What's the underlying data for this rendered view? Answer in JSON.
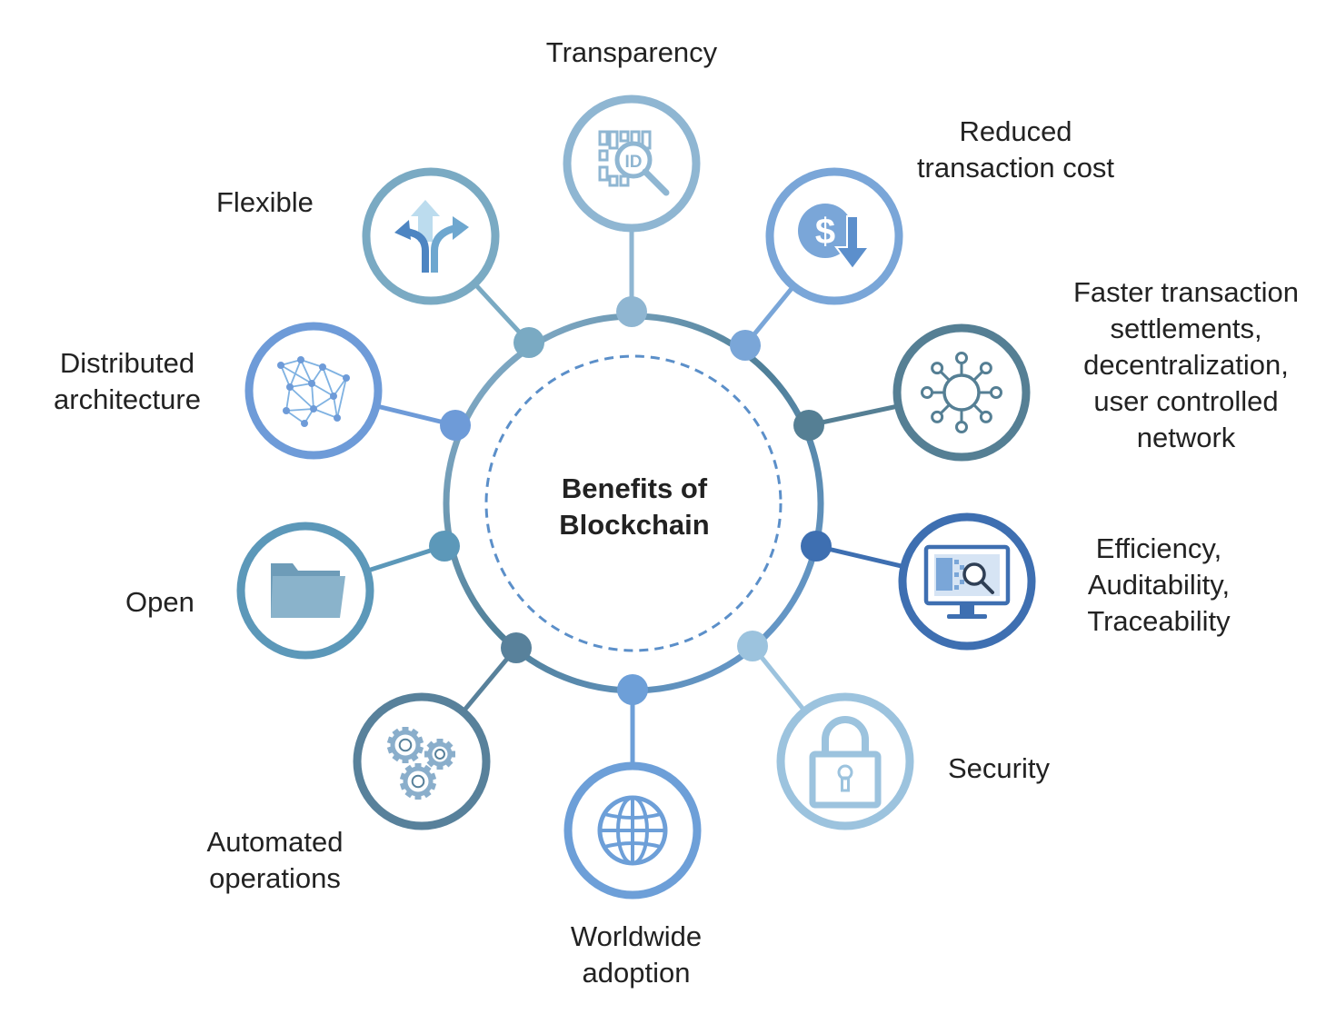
{
  "center": {
    "title_lines": [
      "Benefits of",
      "Blockchain"
    ]
  },
  "benefits": [
    {
      "id": "transparency",
      "icon": "id-search-icon",
      "color": "#8fb6d2",
      "label_lines": [
        "Transparency"
      ]
    },
    {
      "id": "reduced-cost",
      "icon": "dollar-down-icon",
      "color": "#7aa6d8",
      "label_lines": [
        "Reduced",
        "transaction cost"
      ]
    },
    {
      "id": "faster-settlements",
      "icon": "network-hub-icon",
      "color": "#557f94",
      "label_lines": [
        "Faster transaction",
        "settlements,",
        "decentralization,",
        "user controlled",
        "network"
      ]
    },
    {
      "id": "efficiency",
      "icon": "monitor-search-icon",
      "color": "#3e6fb1",
      "label_lines": [
        "Efficiency,",
        "Auditability,",
        "Traceability"
      ]
    },
    {
      "id": "security",
      "icon": "padlock-icon",
      "color": "#9cc3de",
      "label_lines": [
        "Security"
      ]
    },
    {
      "id": "worldwide",
      "icon": "globe-icon",
      "color": "#6d9fd8",
      "label_lines": [
        "Worldwide",
        "adoption"
      ]
    },
    {
      "id": "automated",
      "icon": "gears-icon",
      "color": "#58819b",
      "label_lines": [
        "Automated",
        "operations"
      ]
    },
    {
      "id": "open",
      "icon": "folder-icon",
      "color": "#5c98b9",
      "label_lines": [
        "Open"
      ]
    },
    {
      "id": "distributed",
      "icon": "mesh-network-icon",
      "color": "#6e9bd8",
      "label_lines": [
        "Distributed",
        "architecture"
      ]
    },
    {
      "id": "flexible",
      "icon": "split-arrows-icon",
      "color": "#7aaac3",
      "label_lines": [
        "Flexible"
      ]
    }
  ]
}
